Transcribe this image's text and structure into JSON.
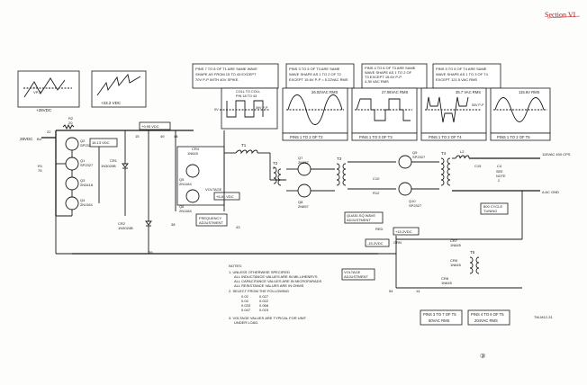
{
  "header": {
    "section": "Section VI"
  },
  "waveforms": {
    "w_left_a": {
      "lines": [
        "Y",
        "VP-P"
      ],
      "voltage": "+28VDC"
    },
    "w_left_b": {
      "lines": [
        "+23.2 VDC"
      ]
    },
    "t2": {
      "note": [
        "PINS 7 TO 8 OF T1 ARE SAME WAVE",
        "SHAPE AS FROM 15 TO 43 EXCEPT",
        "70V P-P WITH 40V SPIKE."
      ],
      "sub": "COLL TO COLL",
      "sub2": "PIN 18 TO 43",
      "amp": "59V P-P",
      "zero": "0V"
    },
    "t3": {
      "note": [
        "PINS 3 TO 5 OF T3 ARE SAME",
        "WAVE SHAPE AS 1 TO 2 OF T2",
        "EXCEPT 15.6V P-P = 5.22VAC RMS"
      ],
      "rms": "26.02VAC RMS",
      "pins": "PINS 1 TO 2 OF T2"
    },
    "t4": {
      "note": [
        "PINS 4 TO 6 OF T3 ARE SAME",
        "WAVE SHAPE AS 1 TO 2 OF",
        "T3 EXCEPT 15.6V P-P",
        "4.35 VAC RMS"
      ],
      "rms": "27.06VAC RMS",
      "pins": "PINS 1 TO 3 OF T3"
    },
    "t5": {
      "note": [
        "PINS 5 TO 6 OF T4 ARE SAME",
        "WAVE SHAPE AS 1 TO 3 OF T4",
        "EXCEPT 121.5 VAC RMS"
      ],
      "rms": "35.7 VAC RMS",
      "amp": "50V P-P",
      "pins": "PINS 1 TO 2 OF T4"
    },
    "t6": {
      "rms": "115.6V RMS",
      "pins": "PINS 1 TO 2 OF T5"
    }
  },
  "labels": {
    "v28": "28VDC",
    "b4": "B4",
    "pin22": "22",
    "r2": "R2",
    "r2v": "20",
    "r1": "R1",
    "r1v": "75",
    "q2": "Q2",
    "q2t": "SP2327",
    "q1": "Q1",
    "q1t": "SP2327",
    "q3": "Q3",
    "q3t": "2N3418",
    "q4": "Q4",
    "q4t": "2N1164",
    "v1613": "16.13 VDC",
    "cr1": "CR1",
    "cr1t": "1N3020B",
    "v995": "+9.95 VDC",
    "v681": "+6.81 VDC",
    "cr2": "CR2",
    "cr2t": "1N3024B",
    "q5": "Q5",
    "q5t": "2N1184",
    "q6": "Q6",
    "q6t": "2N1184",
    "cr4": "CR4",
    "cr4t": "1N645",
    "freq": [
      "FREQUENCY",
      "ADJUSTMENT"
    ],
    "vadj": "VOLTAGE",
    "t1": "T1",
    "q7": "Q7",
    "q7t": "2N657",
    "q8": "Q8",
    "q8t": "2N657",
    "q9": "Q9",
    "q9t": "SP2327",
    "q10": "Q10",
    "q10t": "SP2327",
    "t2": "T2",
    "t3": "T3",
    "t4": "T4",
    "t5": "T5",
    "quasi": [
      "QUASI-SQ WAVE",
      "ADJUSTMENT"
    ],
    "v152": "+15.2VDC",
    "vm152": "-15.2VDC",
    "vadj2": [
      "VOLTAGE",
      "ADJUSTMENT"
    ],
    "cr7": "CR7",
    "cr7t": "1N645",
    "cr6": "CR6",
    "cr6t": "1N645",
    "cr8": "CR8",
    "cr8t": "1N645",
    "out": "115VAC 400 CPS",
    "acgnd": "A AC GND",
    "tuning": [
      "800 CYCLE",
      "TUNING"
    ],
    "see": [
      "SEE",
      "NOTE",
      "2"
    ],
    "c4": "C4",
    "c15": "C15",
    "c10": "C10",
    "r12": "R12",
    "l2": "L2",
    "pin15": "15",
    "pin43": "43",
    "pin48": "48",
    "pin49": "49",
    "pin38": "38",
    "pin39": "39",
    "pin54": "54",
    "pin14": "14",
    "red": "RED",
    "grn": "GRN",
    "tmcode": "TM-M12-31",
    "pagenum": "③"
  },
  "notes": {
    "title": "NOTES:",
    "lines": [
      "1. UNLESS OTHERWISE SPECIFIED",
      "ALL INDUCTANCE VALUES ARE IN MILLIHENRYS",
      "ALL CAPACITANCE VALUES ARE IN MICROFARADS",
      "ALL RESISTANCE VALUES ARE IN OHMS"
    ],
    "select": "2. SELECT FROM THE FOLLOWING",
    "values_a": [
      "0.02",
      "0.04",
      "0.033",
      "0.047"
    ],
    "values_b": [
      "0.027",
      "0.022",
      "0.068",
      "0.015"
    ],
    "n3": [
      "3. VOLTAGE VALUES ARE TYPICAL FOR UNIT",
      "UNDER LOAD."
    ]
  },
  "footer_boxes": {
    "a": [
      "PINS 3 TO 7 OF T5",
      "60VAC RMS"
    ],
    "b": [
      "PINS 4 TO 6 OF T5",
      "204VAC RMS"
    ]
  }
}
